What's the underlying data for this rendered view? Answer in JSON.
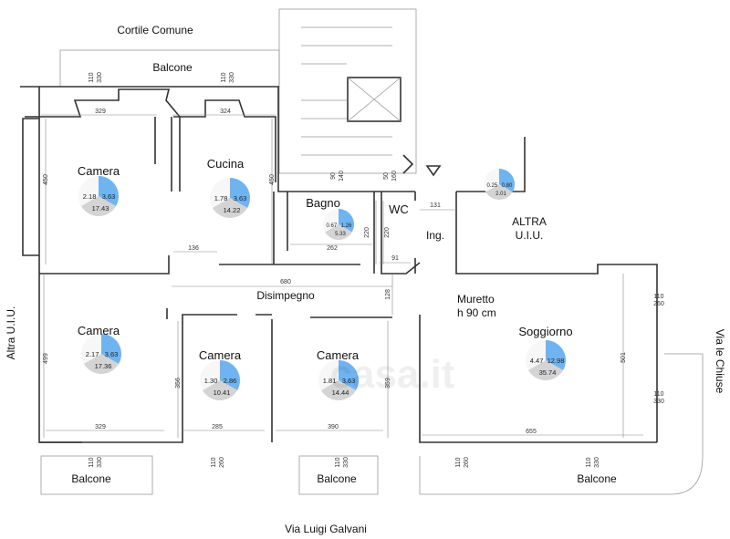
{
  "labels": {
    "courtyard": "Cortile Comune",
    "street_bottom": "Via Luigi Galvani",
    "street_right": "Via le Chiuse",
    "other_unit_left": "Altra U.I.U.",
    "other_unit_right_1": "ALTRA",
    "other_unit_right_2": "U.I.U.",
    "hallway": "Disimpegno",
    "wc": "WC",
    "entrance": "Ing.",
    "low_wall_1": "Muretto",
    "low_wall_2": "h 90 cm",
    "watermark": "casa.it"
  },
  "balconies": [
    "Balcone",
    "Balcone",
    "Balcone",
    "Balcone"
  ],
  "rooms": [
    {
      "name": "Camera",
      "pie": [
        "2.18",
        "3.63",
        "17.43"
      ]
    },
    {
      "name": "Cucina",
      "pie": [
        "1.78",
        "3.63",
        "14.22"
      ]
    },
    {
      "name": "Bagno",
      "pie": [
        "0.67",
        "1.26",
        "5.33"
      ]
    },
    {
      "name": "",
      "pie": [
        "0.25",
        "0.80",
        "2.01"
      ]
    },
    {
      "name": "Camera",
      "pie": [
        "2.17",
        "3.63",
        "17.36"
      ]
    },
    {
      "name": "Camera",
      "pie": [
        "1.30",
        "2.86",
        "10.41"
      ]
    },
    {
      "name": "Camera",
      "pie": [
        "1.81",
        "3.63",
        "14.44"
      ]
    },
    {
      "name": "Soggiorno",
      "pie": [
        "4.47",
        "12.98",
        "35.74"
      ]
    }
  ],
  "dimensions": [
    "329",
    "324",
    "450",
    "450",
    "136",
    "262",
    "220",
    "220",
    "91",
    "131",
    "680",
    "128",
    "499",
    "329",
    "356",
    "285",
    "359",
    "390",
    "501",
    "655"
  ],
  "window_dims": [
    [
      "110",
      "330"
    ],
    [
      "110",
      "330"
    ],
    [
      "90",
      "140"
    ],
    [
      "50",
      "160"
    ],
    [
      "110",
      "260"
    ],
    [
      "110",
      "330"
    ],
    [
      "110",
      "330"
    ],
    [
      "110",
      "260"
    ],
    [
      "110",
      "330"
    ],
    [
      "110",
      "260"
    ],
    [
      "110",
      "330"
    ]
  ],
  "colors": {
    "pie_blue": "#6fb4f0",
    "pie_grey": "#d4d4d4",
    "pie_white": "#ffffff",
    "wall": "#333333"
  }
}
